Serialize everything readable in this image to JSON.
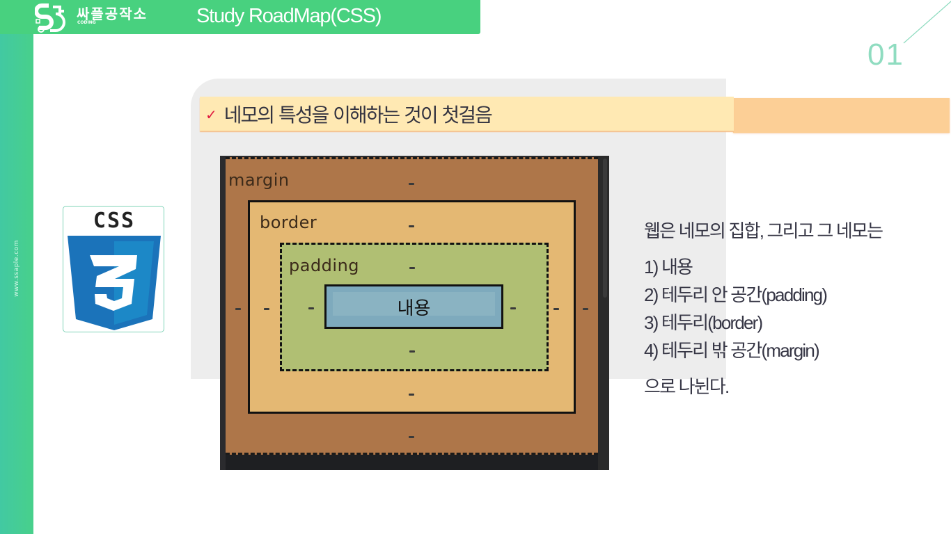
{
  "header": {
    "brand": "싸플공작소",
    "brand_sub": "CODING",
    "title": "Study RoadMap(CSS)"
  },
  "sidebar": {
    "url": "www.ssaple.com"
  },
  "page_number": "01",
  "headline": {
    "check_icon": "✓",
    "text": "네모의 특성을 이해하는 것이 첫걸음"
  },
  "css_logo": {
    "label": "CSS",
    "number": "3"
  },
  "box_model": {
    "margin_label": "margin",
    "border_label": "border",
    "padding_label": "padding",
    "content_label": "내용",
    "placeholder": "-"
  },
  "description": {
    "intro": "웹은 네모의 집합, 그리고 그 네모는",
    "items": [
      "1) 내용",
      "2) 테두리 안 공간(padding)",
      "3) 테두리(border)",
      "4) 테두리 밖 공간(margin)"
    ],
    "outro": "으로 나뉜다."
  },
  "colors": {
    "brand_green": "#48d17f",
    "sidebar_teal": "#42c9a2",
    "headline_bg": "#ffe9b3",
    "orange_strip": "#fccf96",
    "check_red": "#e0193f",
    "margin_brown": "#ae7649",
    "border_tan": "#e4b873",
    "padding_green": "#b0bf73",
    "content_blue": "#7eaabd"
  }
}
